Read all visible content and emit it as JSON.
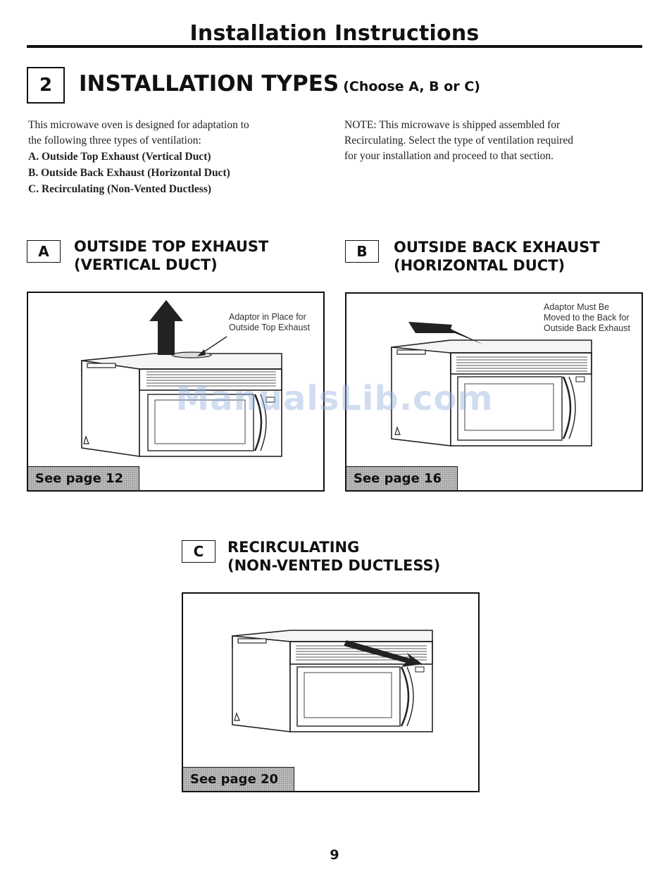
{
  "header": {
    "title": "Installation Instructions"
  },
  "section": {
    "number": "2",
    "title": "INSTALLATION TYPES",
    "subtitle": "(Choose A, B or C)"
  },
  "intro": {
    "lines": [
      "This microwave oven is designed for adaptation to",
      "the following three types of ventilation:"
    ],
    "types": [
      "A. Outside Top Exhaust (Vertical Duct)",
      "B. Outside Back Exhaust (Horizontal Duct)",
      "C. Recirculating (Non-Vented Ductless)"
    ],
    "note_label": "NOTE:",
    "note_lines": [
      " This microwave is shipped assembled for",
      "Recirculating. Select the type of ventilation required",
      "for your installation and proceed to that section."
    ]
  },
  "options": [
    {
      "letter": "A",
      "title_lines": [
        "OUTSIDE TOP EXHAUST",
        "(VERTICAL DUCT)"
      ],
      "callout_lines": [
        "Adaptor in Place for",
        "Outside Top Exhaust"
      ],
      "see_page": "See page 12"
    },
    {
      "letter": "B",
      "title_lines": [
        "OUTSIDE BACK EXHAUST",
        "(HORIZONTAL DUCT)"
      ],
      "callout_lines": [
        "Adaptor Must Be",
        "Moved to the Back for",
        "Outside Back Exhaust"
      ],
      "see_page": "See page 16"
    },
    {
      "letter": "C",
      "title_lines": [
        "RECIRCULATING",
        "(NON-VENTED DUCTLESS)"
      ],
      "see_page": "See page 20"
    }
  ],
  "watermark": "ManualsLib.com",
  "page_number": "9"
}
